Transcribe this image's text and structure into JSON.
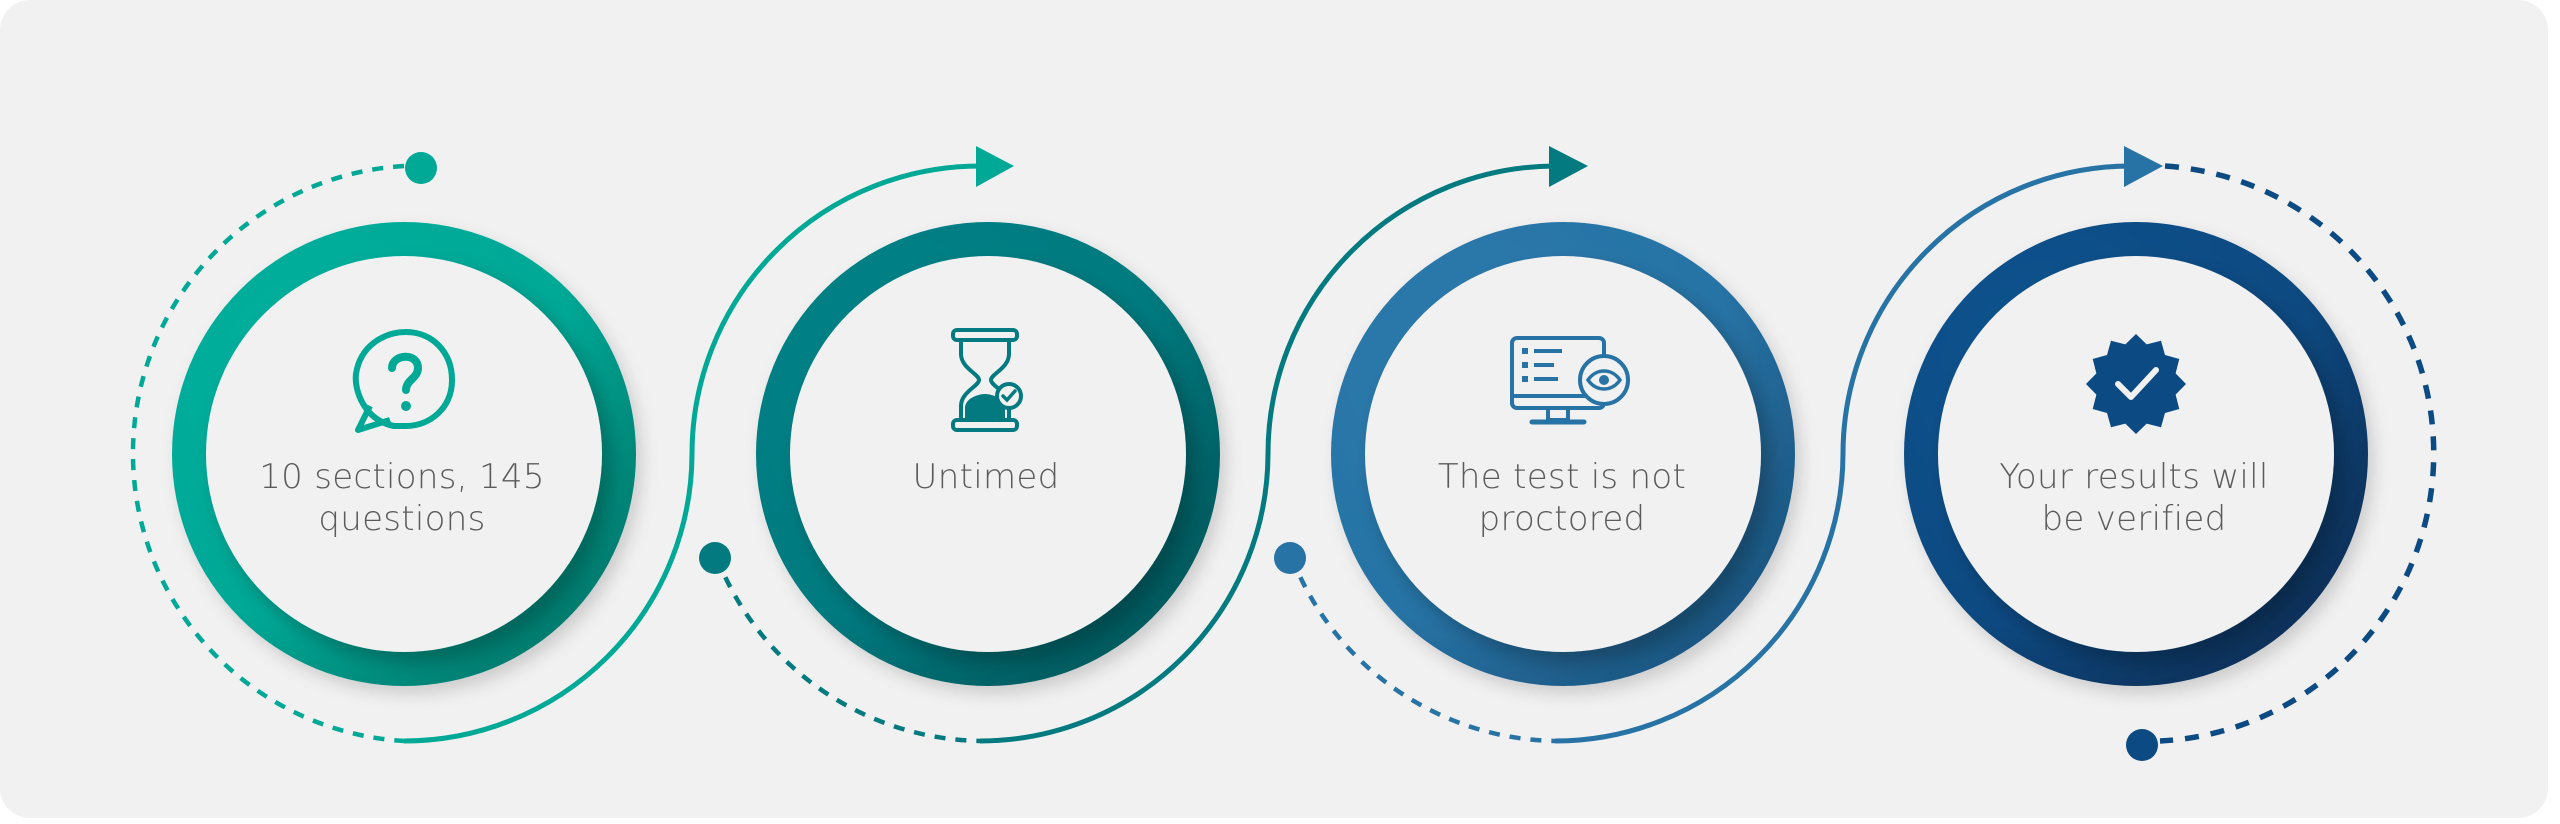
{
  "steps": [
    {
      "label": "10 sections, 145 questions",
      "icon": "question-bubble-icon",
      "color": "#00a896"
    },
    {
      "label": "Untimed",
      "icon": "hourglass-icon",
      "color": "#027a7f"
    },
    {
      "label": "The test is not proctored",
      "icon": "monitor-eye-icon",
      "color": "#2773a5"
    },
    {
      "label": "Your results will be verified",
      "icon": "verified-badge-icon",
      "color": "#0b4a82"
    }
  ],
  "colors": {
    "background": "#f1f1f1",
    "inner_circle": "#f1f1f1",
    "text": "#5b5b5b"
  }
}
